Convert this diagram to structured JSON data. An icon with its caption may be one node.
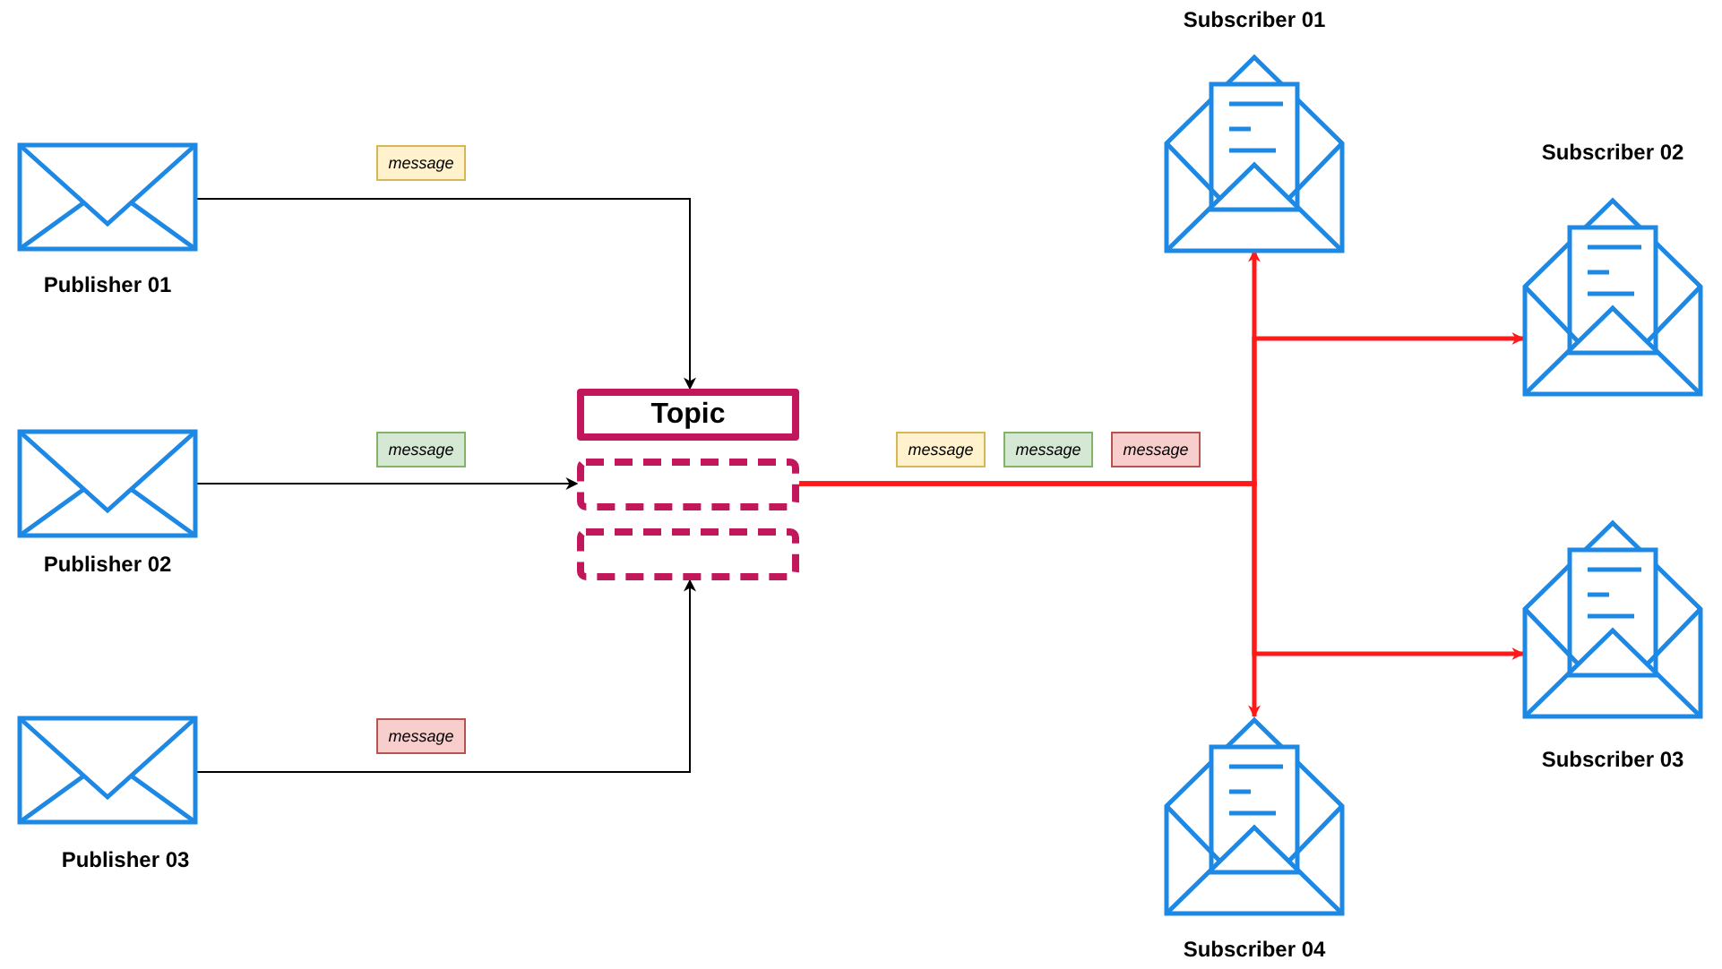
{
  "diagram": {
    "nodes": [
      {
        "text": [
          "Publisher 01"
        ]
      },
      {
        "text": [
          "Publisher 02"
        ]
      },
      {
        "text": [
          "Publisher 03"
        ]
      },
      {
        "text": [
          "Topic"
        ]
      },
      {
        "text": [],
        "shape": "box"
      },
      {
        "text": [],
        "shape": "box"
      },
      {
        "text": [
          "Subscriber 01"
        ]
      },
      {
        "text": [
          "Subscriber 02"
        ]
      },
      {
        "text": [
          "Subscriber 03"
        ]
      },
      {
        "text": [
          "Subscriber 04"
        ]
      },
      {
        "text": [
          "message"
        ]
      },
      {
        "text": [
          "message"
        ]
      },
      {
        "text": [
          "message"
        ]
      },
      {
        "text": [
          "message"
        ]
      },
      {
        "text": [
          "message"
        ]
      },
      {
        "text": [
          "message"
        ]
      }
    ],
    "edges": [
      {
        "from": 0,
        "to": 3,
        "arrow": "to",
        "color": "#000000"
      },
      {
        "from": 1,
        "to": 4,
        "arrow": "to",
        "color": "#000000"
      },
      {
        "from": 2,
        "to": 5,
        "arrow": "to",
        "color": "#000000"
      },
      {
        "from": 4,
        "to": 6,
        "arrow": "to"
      },
      {
        "from": 4,
        "to": 7,
        "arrow": "to"
      },
      {
        "from": 4,
        "to": 8,
        "arrow": "to"
      },
      {
        "from": 4,
        "to": 9,
        "arrow": "to"
      }
    ]
  }
}
